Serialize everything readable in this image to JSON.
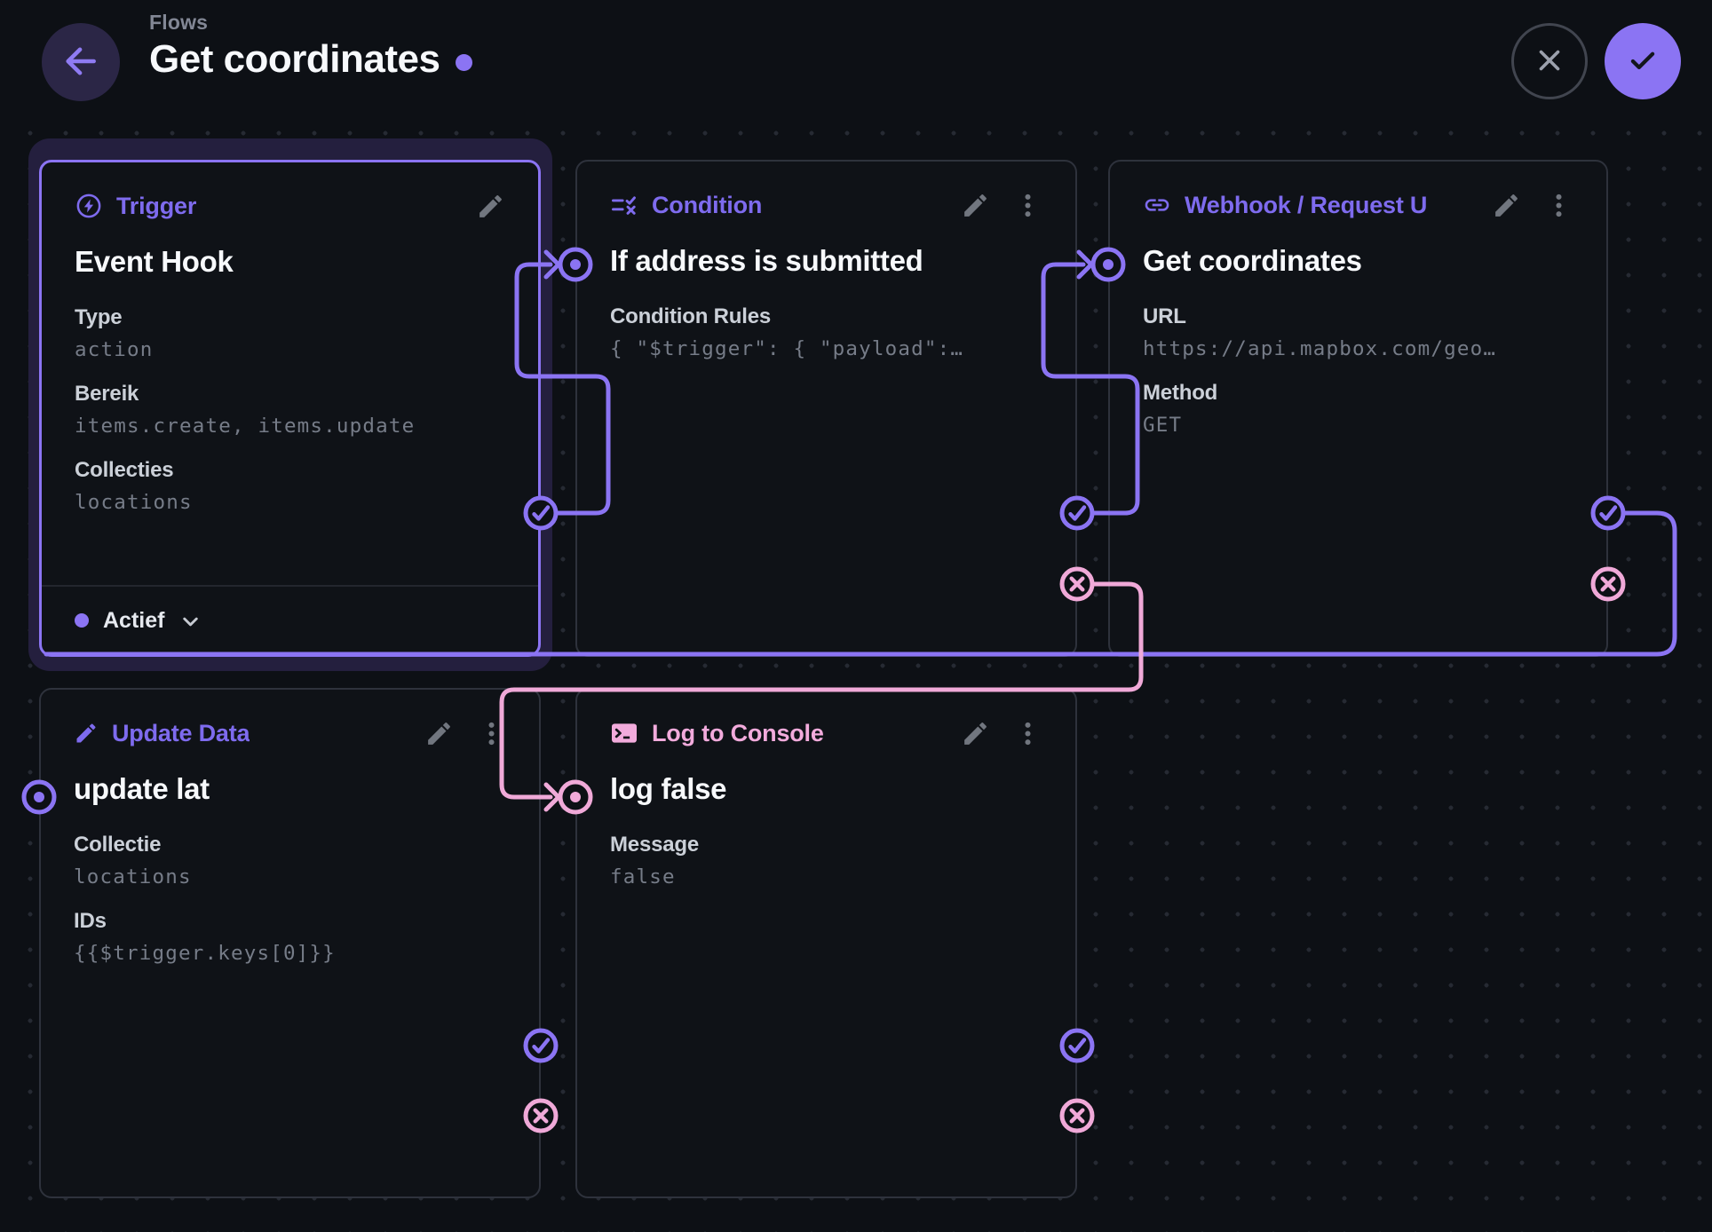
{
  "colors": {
    "accent_purple": "#8B74F3",
    "header_label_purple": "#7E6BEE",
    "reject_pink": "#F0A9D8",
    "canvas_bg": "#0D1015",
    "panel_bg": "#0F1217",
    "panel_border": "#2E323C",
    "selection_halo": "#241F3E",
    "title_white": "#F7F9FC",
    "field_label_gray": "#CBD0D8",
    "mono_value_gray": "#767C88",
    "dot_grid": "#262A33"
  },
  "header": {
    "breadcrumb": "Flows",
    "title": "Get coordinates",
    "back_icon": "arrow-left",
    "discard_icon": "close",
    "save_icon": "check",
    "unsaved_indicator": "purple-dot"
  },
  "panels": {
    "trigger": {
      "type_label": "Trigger",
      "name": "Event Hook",
      "fields": [
        {
          "label": "Type",
          "value": "action"
        },
        {
          "label": "Bereik",
          "value": "items.create, items.update"
        },
        {
          "label": "Collecties",
          "value": "locations"
        }
      ],
      "status": {
        "label": "Actief"
      },
      "selected": true
    },
    "condition": {
      "type_label": "Condition",
      "name": "If address is submitted",
      "fields": [
        {
          "label": "Condition Rules",
          "value": "{ \"$trigger\": { \"payload\":…"
        }
      ]
    },
    "webhook": {
      "type_label": "Webhook / Request U",
      "name": "Get coordinates",
      "fields": [
        {
          "label": "URL",
          "value": "https://api.mapbox.com/geo…"
        },
        {
          "label": "Method",
          "value": "GET"
        }
      ]
    },
    "update": {
      "type_label": "Update Data",
      "name": "update lat",
      "fields": [
        {
          "label": "Collectie",
          "value": "locations"
        },
        {
          "label": "IDs",
          "value": "{{$trigger.keys[0]}}"
        }
      ]
    },
    "log": {
      "type_label": "Log to Console",
      "name": "log false",
      "fields": [
        {
          "label": "Message",
          "value": "false"
        }
      ]
    }
  },
  "connections": [
    {
      "from": "trigger.resolve",
      "to": "condition.input",
      "type": "resolve"
    },
    {
      "from": "condition.resolve",
      "to": "webhook.input",
      "type": "resolve"
    },
    {
      "from": "condition.reject",
      "to": "log.input",
      "type": "reject"
    },
    {
      "from": "webhook.resolve",
      "to": "hidden-behind-trigger-panel",
      "type": "resolve"
    }
  ]
}
